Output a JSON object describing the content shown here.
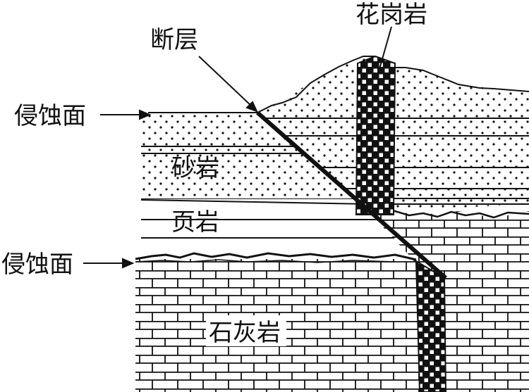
{
  "labels": {
    "fault": "断层",
    "granite": "花岗岩",
    "erosion_surface_upper": "侵蚀面",
    "erosion_surface_lower": "侵蚀面",
    "sandstone": "砂岩",
    "shale": "页岩",
    "limestone": "石灰岩"
  },
  "colors": {
    "ink": "#111111",
    "paper": "#ffffff"
  }
}
